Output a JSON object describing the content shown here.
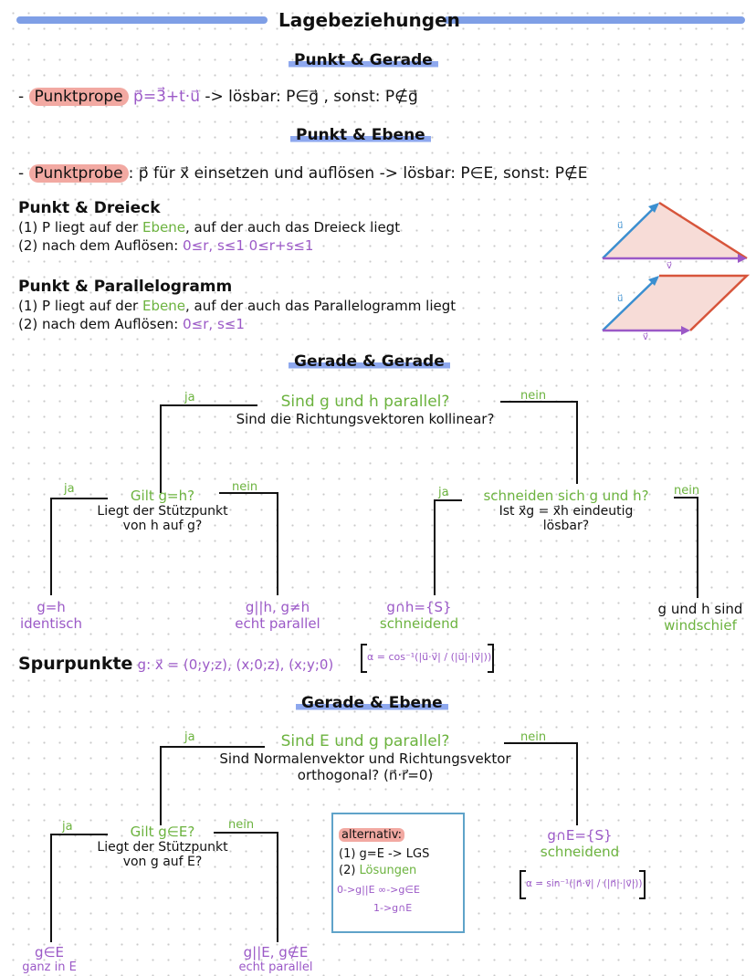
{
  "title": "Lagebeziehungen",
  "sections": {
    "punkt_gerade": {
      "heading": "Punkt & Gerade",
      "line_prefix": "- ",
      "label": "Punktprope",
      "formula": "p⃗=3⃗+t·u⃗",
      "text": "-> lösbar: P∈g⃗ , sonst: P∉g⃗"
    },
    "punkt_ebene": {
      "heading": "Punkt & Ebene",
      "line_prefix": "- ",
      "label": "Punktprobe",
      "text_a": ": p⃗ für x⃗ einsetzen und auflösen -> lösbar: P∈E, sonst: P∉E"
    },
    "punkt_dreieck": {
      "heading": "Punkt & Dreieck",
      "line1_a": "(1) P liegt auf der ",
      "line1_b": "Ebene",
      "line1_c": ", auf der auch das Dreieck liegt",
      "line2_a": "(2) nach dem Auflösen: ",
      "line2_b": "0≤r, s≤1   0≤r+s≤1",
      "u_label": "u⃗",
      "v_label": "v⃗"
    },
    "punkt_parallelogramm": {
      "heading": "Punkt & Parallelogramm",
      "line1_a": "(1) P liegt auf der ",
      "line1_b": "Ebene",
      "line1_c": ", auf der auch das Parallelogramm liegt",
      "line2_a": "(2) nach dem Auflösen: ",
      "line2_b": "0≤r, s≤1",
      "u_label": "u⃗",
      "v_label": "v⃗"
    },
    "gerade_gerade": {
      "heading": "Gerade & Gerade",
      "ja": "ja",
      "nein": "nein",
      "q_main": "Sind g und h parallel?",
      "q_sub": "Sind die Richtungsvektoren kollinear?",
      "left_q": "Gilt g=h?",
      "left_sub1": "Liegt der Stützpunkt",
      "left_sub2": "von h auf g?",
      "right_q": "schneiden sich g und h?",
      "right_sub1": "Ist x⃗g = x⃗h eindeutig",
      "right_sub2": "lösbar?",
      "r1_a": "g=h",
      "r1_b": "identisch",
      "r2_a": "g||h, g≠h",
      "r2_b": "echt parallel",
      "r3_a": "g∩h={S}",
      "r3_b": "schneidend",
      "r3_formula": "α = cos⁻¹(|u⃗·v⃗| / (|u⃗|·|v⃗|))",
      "r4_a": "g und h sind",
      "r4_b": "windschief"
    },
    "spurpunkte": {
      "label": "Spurpunkte",
      "formula": "g: x⃗ = (0;y;z), (x;0;z), (x;y;0)"
    },
    "gerade_ebene": {
      "heading": "Gerade & Ebene",
      "ja": "ja",
      "nein": "nein",
      "q_main": "Sind E und g parallel?",
      "q_sub1": "Sind Normalenvektor und Richtungsvektor",
      "q_sub2": "orthogonal? (n⃗·r⃗=0)",
      "left_q": "Gilt g∈E?",
      "left_sub1": "Liegt der Stützpunkt",
      "left_sub2": "von g auf E?",
      "alt_title": "alternativ:",
      "alt_1": "(1) g=E -> LGS",
      "alt_2a": "(2) ",
      "alt_2b": "Lösungen",
      "alt_3": "0->g||E   ∞->g∈E",
      "alt_4": "1->g∩E",
      "r_int_a": "g∩E={S}",
      "r_int_b": "schneidend",
      "r_int_formula": "α = sin⁻¹(|n⃗·v⃗| / (|n⃗|·|v⃗|))",
      "r1_a": "g∈E",
      "r1_b": "ganz in E",
      "r2_a": "g||E, g∉E",
      "r2_b": "echt parallel"
    }
  },
  "colors": {
    "accent_blue": "#7f9fe6",
    "pink": "#f2a9a2",
    "purple": "#9b59c7",
    "green": "#6cb33f",
    "triangle_blue": "#3b8fd0",
    "triangle_red": "#d7553b",
    "triangle_purple": "#9b59c7"
  }
}
